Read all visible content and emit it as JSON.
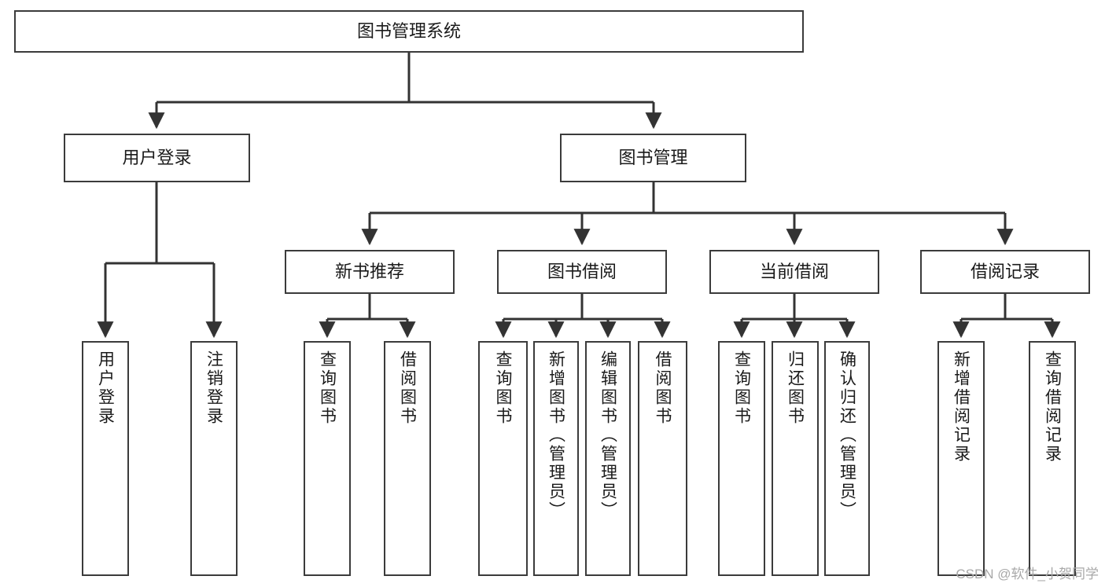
{
  "diagram": {
    "title": "图书管理系统",
    "type": "tree",
    "orientation": "top-down",
    "levels": 4,
    "nodes": {
      "root": {
        "label": "图书管理系统"
      },
      "level1": [
        {
          "id": "user-login",
          "label": "用户登录"
        },
        {
          "id": "book-manage",
          "label": "图书管理"
        }
      ],
      "level2": [
        {
          "id": "new-book-recommend",
          "label": "新书推荐",
          "parent": "book-manage"
        },
        {
          "id": "book-borrow",
          "label": "图书借阅",
          "parent": "book-manage"
        },
        {
          "id": "current-borrow",
          "label": "当前借阅",
          "parent": "book-manage"
        },
        {
          "id": "borrow-record",
          "label": "借阅记录",
          "parent": "book-manage"
        }
      ],
      "leaves": [
        {
          "id": "leaf-user-login",
          "label": "用户登录",
          "parent": "user-login"
        },
        {
          "id": "leaf-logout-login",
          "label": "注销登录",
          "parent": "user-login"
        },
        {
          "id": "leaf-query-book-1",
          "label": "查询图书",
          "parent": "new-book-recommend"
        },
        {
          "id": "leaf-borrow-book-1",
          "label": "借阅图书",
          "parent": "new-book-recommend"
        },
        {
          "id": "leaf-query-book-2",
          "label": "查询图书",
          "parent": "book-borrow"
        },
        {
          "id": "leaf-add-book",
          "label": "新增图书（管理员）",
          "parent": "book-borrow"
        },
        {
          "id": "leaf-edit-book",
          "label": "编辑图书（管理员）",
          "parent": "book-borrow"
        },
        {
          "id": "leaf-borrow-book-2",
          "label": "借阅图书",
          "parent": "book-borrow"
        },
        {
          "id": "leaf-query-book-3",
          "label": "查询图书",
          "parent": "current-borrow"
        },
        {
          "id": "leaf-return-book",
          "label": "归还图书",
          "parent": "current-borrow"
        },
        {
          "id": "leaf-confirm-return",
          "label": "确认归还（管理员）",
          "parent": "current-borrow"
        },
        {
          "id": "leaf-add-record",
          "label": "新增借阅记录",
          "parent": "borrow-record"
        },
        {
          "id": "leaf-query-record",
          "label": "查询借阅记录",
          "parent": "borrow-record"
        }
      ]
    },
    "colors": {
      "box_border": "#3b3b3b",
      "box_fill": "#ffffff",
      "edge": "#333333",
      "text": "#1a1a1a",
      "background": "#ffffff",
      "watermark": "#a8a8a8"
    }
  },
  "watermark": {
    "text": "CSDN @软件_小贺同学"
  }
}
